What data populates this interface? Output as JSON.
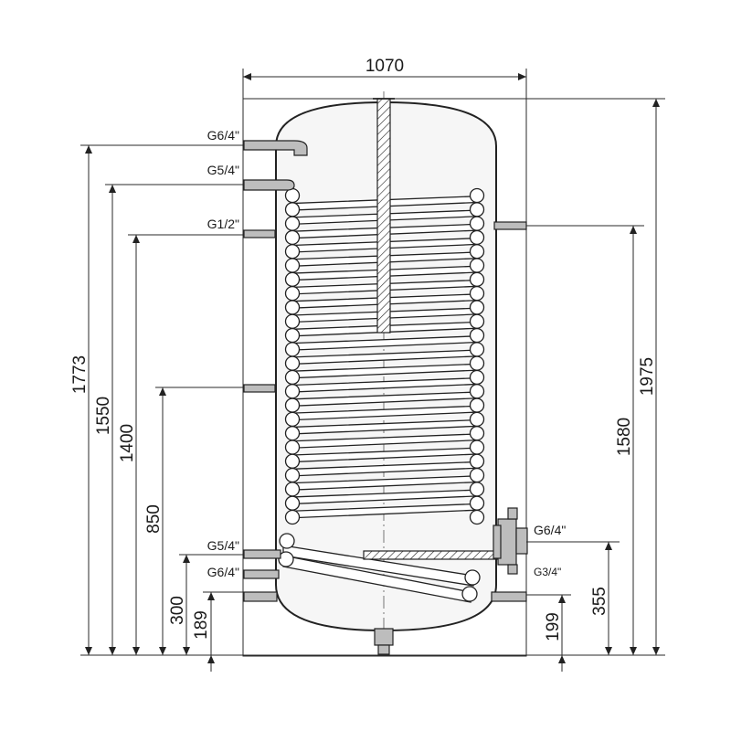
{
  "dimensions": {
    "width": "1070",
    "heights_left": [
      "1773",
      "1550",
      "1400",
      "850",
      "300",
      "189"
    ],
    "heights_right": [
      "1975",
      "1580",
      "355",
      "199"
    ]
  },
  "connections": {
    "left": [
      "G6/4\"",
      "G5/4\"",
      "G1/2\"",
      "G5/4\"",
      "G6/4\""
    ],
    "right": [
      "G6/4\"",
      "G3/4\""
    ]
  },
  "colors": {
    "line": "#222222",
    "pipe_fill": "#bdbdbd",
    "tank_fill": "#f6f6f6"
  }
}
